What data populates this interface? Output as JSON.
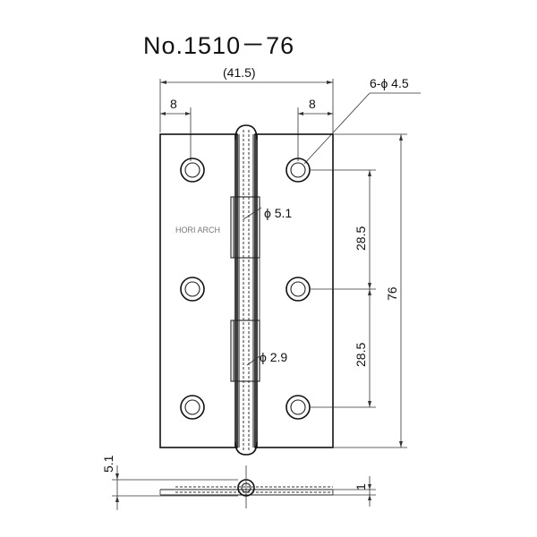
{
  "title": "No.1510－76",
  "dimensions": {
    "overall_width": "(41.5)",
    "left_hole_offset": "8",
    "right_hole_offset": "8",
    "hole_spec": "6-ϕ 4.5",
    "height": "76",
    "spacing_upper": "28.5",
    "spacing_lower": "28.5",
    "knuckle_diameter": "ϕ 5.1",
    "pin_diameter": "ϕ 2.9",
    "side_thickness": "5.1",
    "leaf_thickness": "1"
  },
  "stamp_text": "HORI ARCH"
}
